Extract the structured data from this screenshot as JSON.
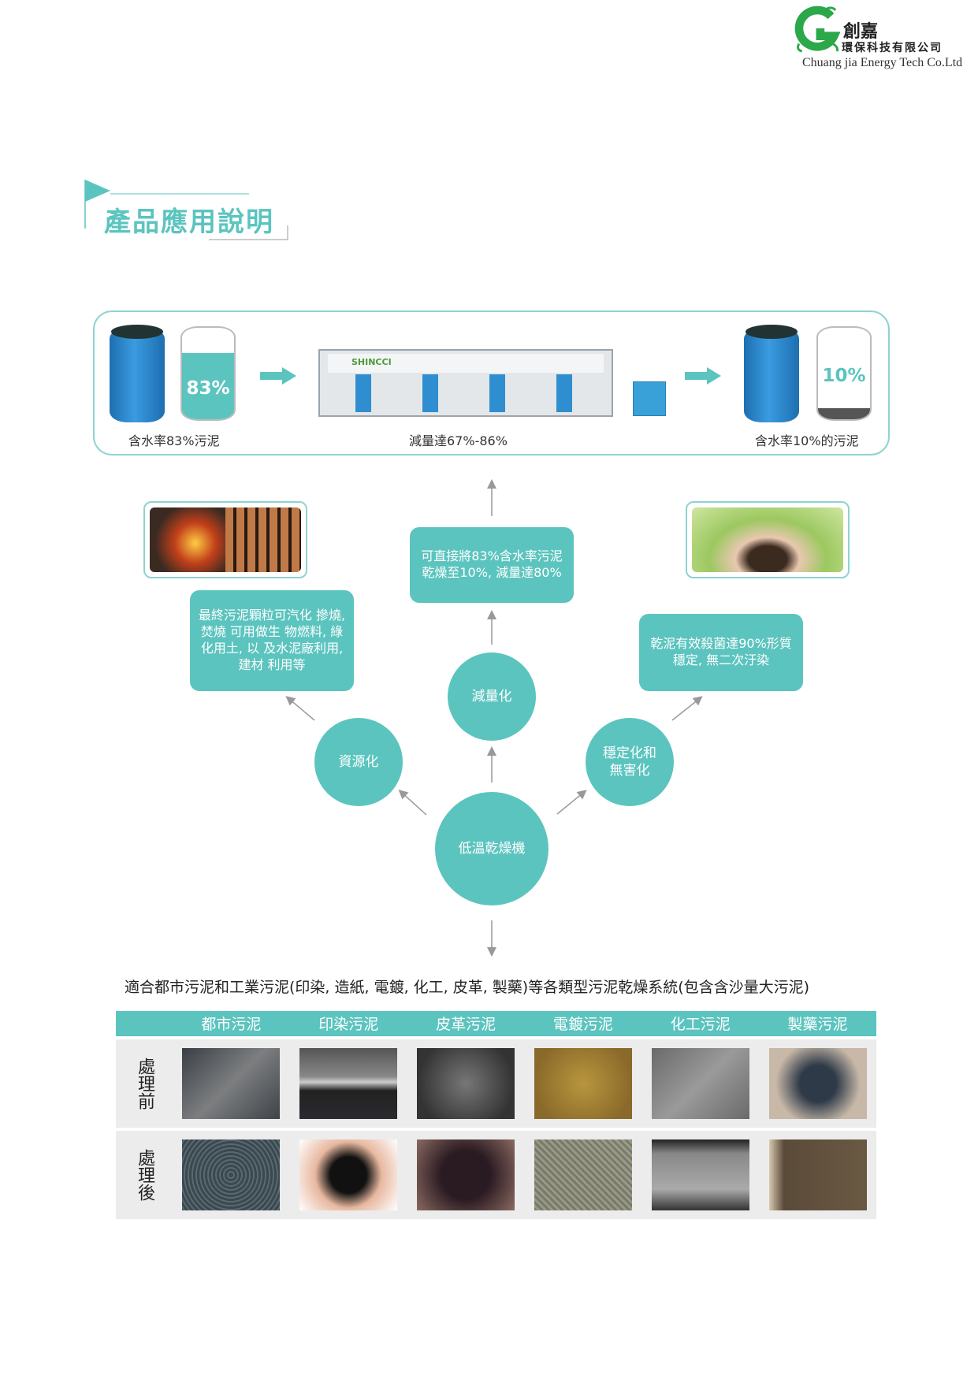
{
  "logo": {
    "name_cn": "創嘉",
    "company_cn": "環保科技有限公司",
    "company_en": "Chuang jia Energy Tech Co.Ltd"
  },
  "title": "產品應用說明",
  "process": {
    "before_pct": "83%",
    "before_label": "含水率83%污泥",
    "machine_brand": "SHINCCI",
    "machine_label": "減量達67%-86%",
    "after_pct": "10%",
    "after_label": "含水率10%的污泥"
  },
  "diagram": {
    "center": "低溫乾燥機",
    "nodes": [
      {
        "label": "資源化",
        "desc": "最終污泥顆粒可汽化 摻燒, 焚燒 可用做生 物燃料, 綠化用土, 以 及水泥廠利用, 建材 利用等"
      },
      {
        "label": "減量化",
        "desc": "可直接將83%含水率污泥乾燥至10%, 減量達80%"
      },
      {
        "label": "穩定化和無害化",
        "desc": "乾泥有效殺菌達90%形質穩定, 無二次汙染"
      }
    ]
  },
  "subtitle": "適合都市污泥和工業污泥(印染, 造紙, 電鍍, 化工, 皮革, 製藥)等各類型污泥乾燥系統(包含含沙量大污泥)",
  "table": {
    "headers": [
      "都市污泥",
      "印染污泥",
      "皮革污泥",
      "電鍍污泥",
      "化工污泥",
      "製藥污泥"
    ],
    "rows": [
      {
        "label": "處理前"
      },
      {
        "label": "處理後"
      }
    ]
  },
  "colors": {
    "accent": "#5cc4bf",
    "logo_green": "#2aa84a"
  }
}
